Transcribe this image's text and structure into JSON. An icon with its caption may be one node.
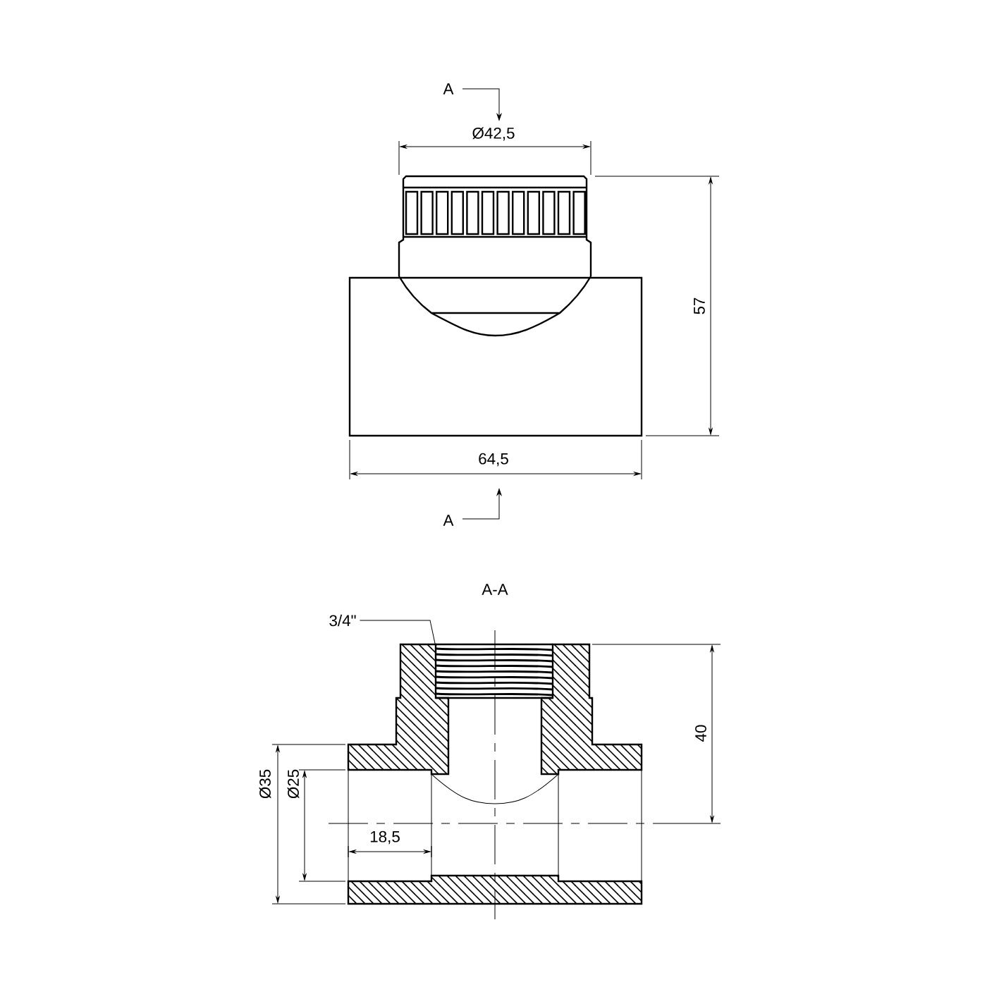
{
  "diagram": {
    "nodes": [
      {
        "text": [
          "3/4\""
        ]
      },
      {
        "text": [],
        "shape": "picture"
      }
    ],
    "edges": [
      {
        "from": 0,
        "to": 1,
        "arrow": "none"
      }
    ],
    "labels": [
      "A",
      "Ø42,5",
      "57",
      "64,5",
      "A",
      "A-A",
      "40",
      "Ø35",
      "Ø25",
      "18,5"
    ]
  }
}
